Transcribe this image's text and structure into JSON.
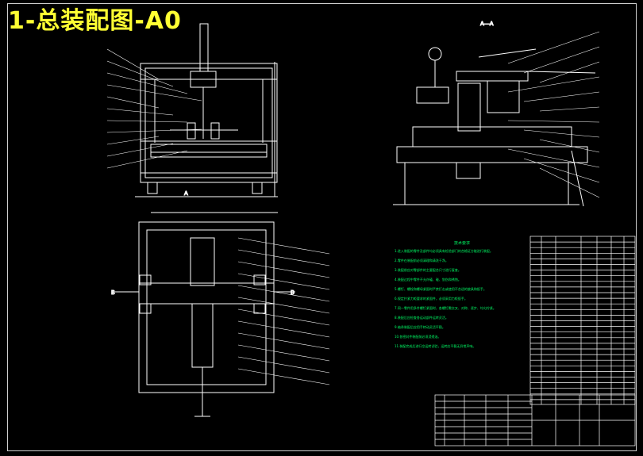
{
  "title": "1-总装配图-A0",
  "views": {
    "front_section": "A—A",
    "left_section": "A",
    "right_section": "B",
    "left_arrow": "B",
    "bottom_arrow": "A"
  },
  "notes": {
    "heading": "技术要求",
    "lines": [
      "1.进入装配的零件及部件均必须具有检验部门的合格证方能进行装配。",
      "2.零件在装配前必须清理和清洗干净。",
      "3.装配前应对零部件的主要配合尺寸进行复查。",
      "4.装配过程中零件不允许磕、碰、划伤和锈蚀。",
      "5.螺钉、螺栓和螺母紧固时严禁打击或使用不合适的旋具和扳手。",
      "6.规定拧紧力矩要求的紧固件，必须采用力矩扳手。",
      "7.同一零件用多件螺钉紧固时，各螺钉需交叉、对称、逐步、均匀拧紧。",
      "8.装配后应检查各运动部件运转灵活。",
      "9.轴承装配后应用手转动灵活平稳。",
      "10.各密封件装配前必须浸透油。",
      "11.装配完成后进行空运转试验，运转应平稳无异常声响。"
    ]
  },
  "colors": {
    "background": "#000000",
    "line": "#ffffff",
    "title": "#ffff33",
    "notes": "#00ff66",
    "leader": "#ffffff"
  }
}
